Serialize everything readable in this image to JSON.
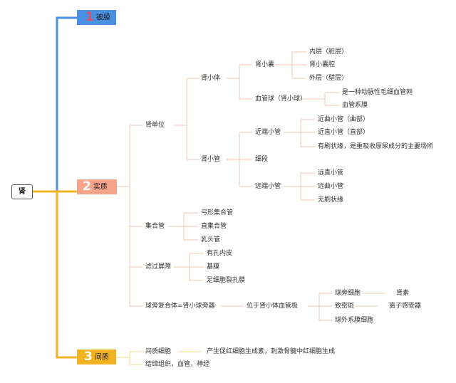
{
  "root": "肾",
  "branches": [
    {
      "num": "1",
      "label": "被膜"
    },
    {
      "num": "2",
      "label": "实质"
    },
    {
      "num": "3",
      "label": "间质"
    }
  ],
  "nodes": {
    "nephron": "肾单位",
    "renal_corpuscle": "肾小体",
    "renal_capsule": "肾小囊",
    "inner_layer": "内层（脏层）",
    "capsule_cavity": "肾小囊腔",
    "outer_layer": "外层（壁层）",
    "glomerulus": "血管球（肾小球）",
    "glomerulus_desc1": "是一种动脉性毛细血管网",
    "glomerulus_desc2": "血管系膜",
    "renal_tubule": "肾小管",
    "proximal_tubule": "近端小管",
    "proximal_convoluted": "近曲小管（曲部）",
    "proximal_straight": "近直小管（直部）",
    "brush_border": "有刷状缘，是重吸收原尿成分的主要场所",
    "thin_segment": "细段",
    "distal_tubule": "远端小管",
    "distal_straight": "远直小管",
    "distal_convoluted": "远曲小管",
    "no_brush_border": "无刷状缘",
    "collecting_duct": "集合管",
    "arched_collecting": "弓形集合管",
    "straight_collecting": "直集合管",
    "papillary_duct": "乳头管",
    "filtration_barrier": "滤过屏障",
    "fenestrated_endothelium": "有孔内皮",
    "basement_membrane": "基膜",
    "slit_membrane": "足细胞裂孔膜",
    "juxtaglomerular_complex": "球旁复合体=肾小球旁器",
    "at_vascular_pole": "位于肾小体血管极",
    "juxtaglomerular_cells": "球旁细胞",
    "renin": "肾素",
    "macula_densa": "致密斑",
    "ion_receptor": "离子感受器",
    "extraglomerular_mesangial": "球外系膜细胞",
    "interstitial_cells": "间质细胞",
    "erythropoietin": "产生促红细胞生成素，刺激骨髓中红细胞生成",
    "connective_tissue": "结缔组织，血管，神经"
  },
  "colors": {
    "branch1": "#4a90e2",
    "branch2": "#f7a58a",
    "branch3": "#f2b323",
    "line": "#f2c7b5",
    "line3": "#f7d98a"
  }
}
